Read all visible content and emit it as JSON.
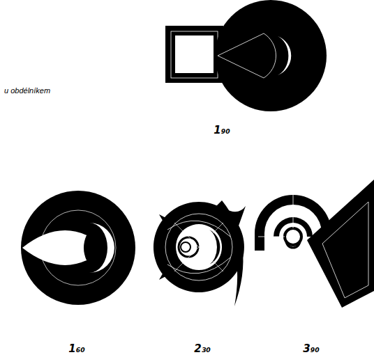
{
  "diagram": {
    "labels": [
      "u obdélníkem",
      "1₉₀",
      "1₆₀",
      "2₃₀",
      "3₉₀"
    ]
  }
}
